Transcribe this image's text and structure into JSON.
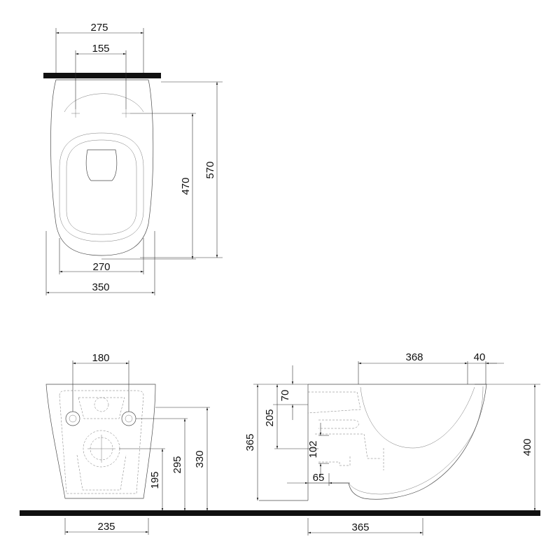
{
  "drawing": {
    "top_view": {
      "dim_275": "275",
      "dim_155": "155",
      "dim_270": "270",
      "dim_350": "350",
      "dim_470": "470",
      "dim_570": "570"
    },
    "front_view": {
      "dim_180": "180",
      "dim_195": "195",
      "dim_295": "295",
      "dim_330": "330",
      "dim_235": "235"
    },
    "side_view": {
      "dim_368": "368",
      "dim_40": "40",
      "dim_70": "70",
      "dim_205": "205",
      "dim_365_vertical": "365",
      "dim_102": "102",
      "dim_65": "65",
      "dim_400": "400",
      "dim_365_horizontal": "365"
    }
  }
}
